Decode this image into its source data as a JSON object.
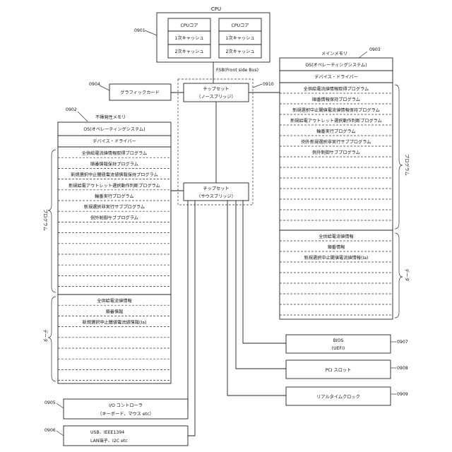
{
  "cpu": {
    "title": "CPU",
    "ref": "0901",
    "cores": [
      {
        "label": "CPUコア",
        "l1": "1次キャッシュ",
        "l2": "2次キャッシュ"
      },
      {
        "label": "CPUコア",
        "l1": "1次キャッシュ",
        "l2": "2次キャッシュ"
      }
    ]
  },
  "fsb_label": "FSB(Front side Bus)",
  "graphics": {
    "label": "グラフィックカード",
    "ref": "0904"
  },
  "chipset_ref": "0910",
  "northbridge": {
    "line1": "チップセット",
    "line2": "（ノースブリッジ）"
  },
  "southbridge": {
    "line1": "チップセット",
    "line2": "（サウスブリッジ）"
  },
  "main_memory": {
    "title": "メインメモリ",
    "ref": "0903",
    "os": "OS(オペレーティングシステム)",
    "driver": "デバイス・ドライバー",
    "programs": [
      "全供給電流値情報取得プログラム",
      "順番情報保持プログラム",
      "新規選択中止閾値電流値情報保持プログラム",
      "新規給電アウトレット選択動作判断プログラム",
      "輪番実行プログラム",
      "例外新規選択非実行サブプログラム",
      "例外制御サブプログラム"
    ],
    "program_brace": "プログラム",
    "data": [
      "全供給電流値情報",
      "順番情報",
      "新規選択中止閾値電流値情報(Ia)"
    ],
    "data_brace": "データ"
  },
  "nv_memory": {
    "title": "不揮発性メモリ",
    "ref": "0902",
    "os": "OS(オペレーティングシステム)",
    "driver": "デバイス・ドライバー",
    "programs": [
      "全供給電流値情報取得プログラム",
      "順番情報保持プログラム",
      "新規選択中止閾値電流値情報保持プログラム",
      "新規給電アウトレット選択動作判断プログラム",
      "輪番実行プログラム",
      "新規選択非実行サブプログラム",
      "例外制御サブプログラム"
    ],
    "program_brace": "プログラム",
    "data": [
      "全供給電流値情報",
      "順番情報",
      "新規選択中止閾値電流値情報(Ia)"
    ],
    "data_brace": "データ"
  },
  "bios": {
    "line1": "BIOS",
    "line2": "(UEFI)",
    "ref": "0907"
  },
  "pci": {
    "label": "PCI スロット",
    "ref": "0908"
  },
  "rtc": {
    "label": "リアルタイムクロック",
    "ref": "0909"
  },
  "io": {
    "line1": "I/O コントローラ",
    "line2": "（キーボード、マウス etc）",
    "ref": "0905"
  },
  "usb": {
    "line1": "USB、IEEE1394",
    "line2": "LAN端子、I2C etc",
    "ref": "0906"
  }
}
